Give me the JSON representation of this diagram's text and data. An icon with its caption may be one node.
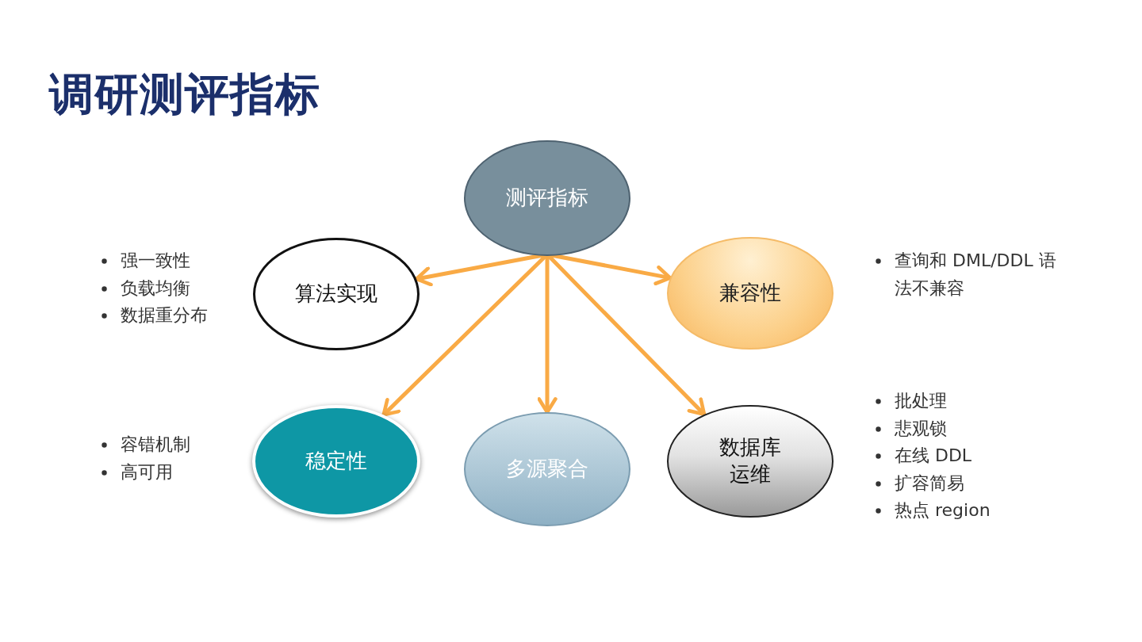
{
  "diagram": {
    "title": "调研测评指标",
    "nodes": [
      {
        "text": [
          "测评指标"
        ]
      },
      {
        "text": [
          "算法实现"
        ],
        "beside": [
          "强一致性",
          "负载均衡",
          "数据重分布"
        ]
      },
      {
        "text": [
          "兼容性"
        ],
        "beside": [
          "查询和 DML/DDL 语法不兼容"
        ]
      },
      {
        "text": [
          "稳定性"
        ],
        "beside": [
          "容错机制",
          "高可用"
        ]
      },
      {
        "text": [
          "多源聚合"
        ]
      },
      {
        "text": [
          "数据库运维"
        ],
        "beside": [
          "批处理",
          "悲观锁",
          "在线 DDL",
          "扩容简易",
          "热点 region"
        ]
      }
    ],
    "edges": [
      {
        "from": 0,
        "to": 1,
        "arrow": "to"
      },
      {
        "from": 0,
        "to": 2,
        "arrow": "to"
      },
      {
        "from": 0,
        "to": 3,
        "arrow": "to"
      },
      {
        "from": 0,
        "to": 4,
        "arrow": "to"
      },
      {
        "from": 0,
        "to": 5,
        "arrow": "to"
      }
    ]
  }
}
